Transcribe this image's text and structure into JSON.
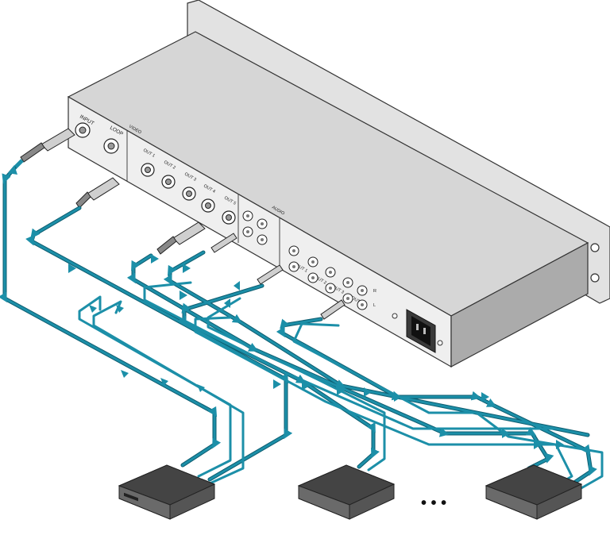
{
  "panel": {
    "input": "INPUT",
    "loop": "LOOP",
    "video": "VIDEO",
    "audio": "AUDIO",
    "outputs": [
      "OUT 1",
      "OUT 2",
      "OUT 3",
      "OUT 4",
      "OUT 5"
    ],
    "audio_outputs": [
      "OUT 1",
      "OUT 2",
      "OUT 3",
      "OUT 4"
    ],
    "channel_r": "R",
    "channel_l": "L"
  },
  "ellipsis": "• • •",
  "colors": {
    "cable": "#1c8fa8",
    "cable_edge": "#0d5d70",
    "chassis_top": "#d8d8d8",
    "chassis_front": "#eeeeee",
    "chassis_side": "#a8a8a8",
    "device_body": "#5a5a5a",
    "device_top": "#444444"
  }
}
